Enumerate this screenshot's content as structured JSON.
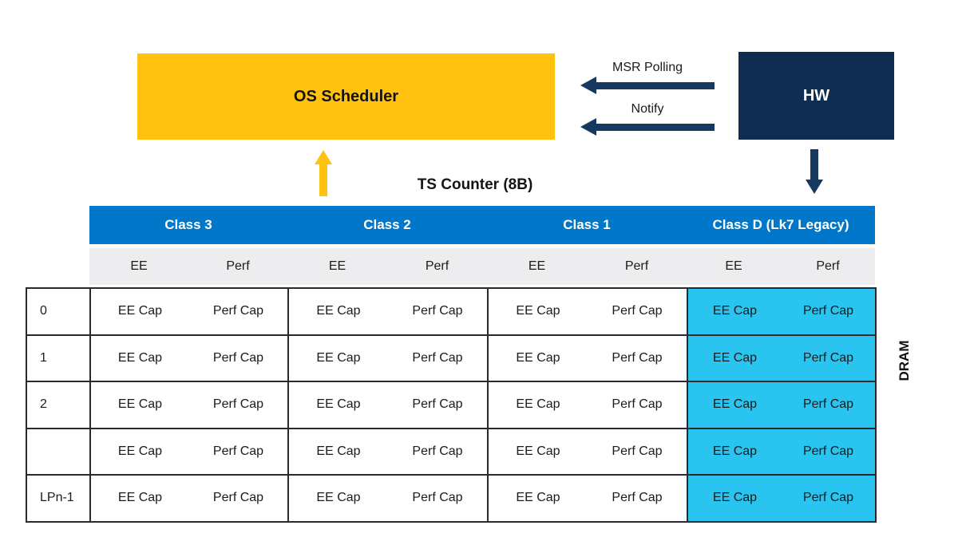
{
  "colors": {
    "yellow": "#FFC20E",
    "navy": "#0F2D50",
    "arrow_navy": "#16395F",
    "header_blue": "#0077C8",
    "cyan": "#29C4EF",
    "band_gray": "#EDEDEF",
    "border": "#2B2B2B",
    "text": "#1D1D20"
  },
  "diagram": {
    "os_scheduler_label": "OS Scheduler",
    "hw_label": "HW",
    "msr_polling_label": "MSR Polling",
    "notify_label": "Notify",
    "table_title": "TS Counter (8B)",
    "dram_label": "DRAM"
  },
  "table": {
    "groups": [
      {
        "label": "Class 3",
        "highlight": false
      },
      {
        "label": "Class 2",
        "highlight": false
      },
      {
        "label": "Class 1",
        "highlight": false
      },
      {
        "label": "Class D (Lk7 Legacy)",
        "highlight": true
      }
    ],
    "subheaders": [
      "EE",
      "Perf"
    ],
    "rows": [
      {
        "label": "0",
        "cells": [
          {
            "ee": "EE Cap",
            "perf": "Perf Cap"
          },
          {
            "ee": "EE Cap",
            "perf": "Perf Cap"
          },
          {
            "ee": "EE Cap",
            "perf": "Perf Cap"
          },
          {
            "ee": "EE Cap",
            "perf": "Perf Cap"
          }
        ]
      },
      {
        "label": "1",
        "cells": [
          {
            "ee": "EE Cap",
            "perf": "Perf Cap"
          },
          {
            "ee": "EE Cap",
            "perf": "Perf Cap"
          },
          {
            "ee": "EE Cap",
            "perf": "Perf Cap"
          },
          {
            "ee": "EE Cap",
            "perf": "Perf Cap"
          }
        ]
      },
      {
        "label": "2",
        "cells": [
          {
            "ee": "EE Cap",
            "perf": "Perf Cap"
          },
          {
            "ee": "EE Cap",
            "perf": "Perf Cap"
          },
          {
            "ee": "EE Cap",
            "perf": "Perf Cap"
          },
          {
            "ee": "EE Cap",
            "perf": "Perf Cap"
          }
        ]
      },
      {
        "label": "",
        "cells": [
          {
            "ee": "EE Cap",
            "perf": "Perf Cap"
          },
          {
            "ee": "EE Cap",
            "perf": "Perf Cap"
          },
          {
            "ee": "EE Cap",
            "perf": "Perf Cap"
          },
          {
            "ee": "EE Cap",
            "perf": "Perf Cap"
          }
        ]
      },
      {
        "label": "LPn-1",
        "cells": [
          {
            "ee": "EE Cap",
            "perf": "Perf Cap"
          },
          {
            "ee": "EE Cap",
            "perf": "Perf Cap"
          },
          {
            "ee": "EE Cap",
            "perf": "Perf Cap"
          },
          {
            "ee": "EE Cap",
            "perf": "Perf Cap"
          }
        ]
      }
    ]
  }
}
